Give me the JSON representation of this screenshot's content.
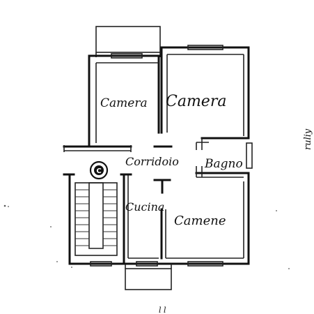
{
  "rooms": {
    "camera_left": "Camera",
    "camera_right": "Camera",
    "corridoio": "Corridoio",
    "bagno": "Bagno",
    "cucina": "Cucina",
    "camere": "Camene"
  },
  "stair_mark": "C",
  "margin_note": "ruliy",
  "bottom_note": "l l"
}
